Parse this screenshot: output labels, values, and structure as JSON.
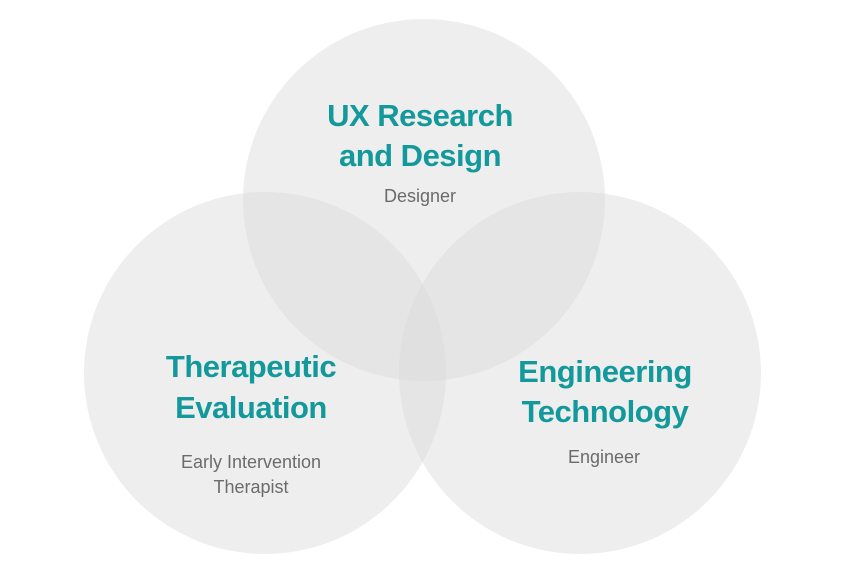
{
  "colors": {
    "accent": "#13999b",
    "circle_fill": "#d9d9d9",
    "role_text": "#6b6b6b"
  },
  "circles": [
    {
      "id": "ux",
      "title_lines": [
        "UX Research",
        "and Design"
      ],
      "role_lines": [
        "Designer"
      ]
    },
    {
      "id": "therapeutic",
      "title_lines": [
        "Therapeutic",
        "Evaluation"
      ],
      "role_lines": [
        "Early Intervention",
        "Therapist"
      ]
    },
    {
      "id": "engineering",
      "title_lines": [
        "Engineering",
        "Technology"
      ],
      "role_lines": [
        "Engineer"
      ]
    }
  ]
}
